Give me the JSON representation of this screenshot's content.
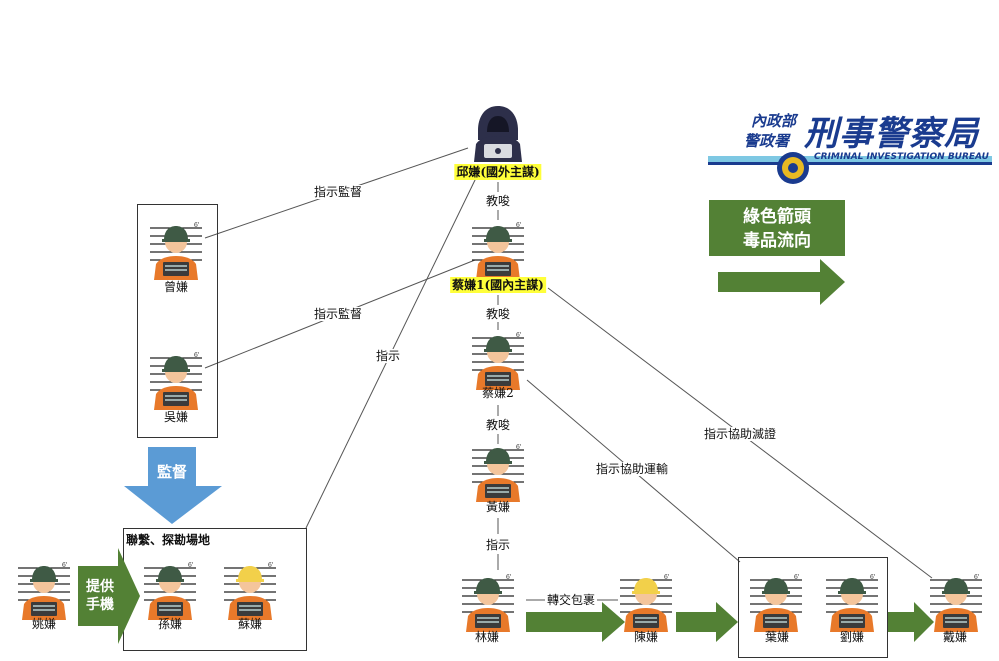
{
  "colors": {
    "accent_green": "#538135",
    "highlight_yellow": "#ffff3a",
    "arrow_blue": "#5b9bd5",
    "logo_blue": "#1a3b8f"
  },
  "logo": {
    "ministry_line1": "內政部",
    "ministry_line2": "警政署",
    "bureau_name": "刑事警察局",
    "bureau_english": "CRIMINAL INVESTIGATION BUREAU"
  },
  "legend": {
    "line1": "綠色箭頭",
    "line2": "毒品流向"
  },
  "people": {
    "qiu": "邱嫌(國外主謀)",
    "cai1": "蔡嫌1(國內主謀)",
    "cai2": "蔡嫌2",
    "huang": "黃嫌",
    "lin": "林嫌",
    "chen": "陳嫌",
    "ye": "葉嫌",
    "liu": "劉嫌",
    "dai": "戴嫌",
    "zeng": "曾嫌",
    "wu": "吳嫌",
    "yao": "姚嫌",
    "sun": "孫嫌",
    "su": "蘇嫌"
  },
  "edges": {
    "qiu_zeng": "指示監督",
    "cai1_wu": "指示監督",
    "qiu_contact": "指示",
    "qiu_cai1": "教唆",
    "cai1_cai2": "教唆",
    "cai2_huang": "教唆",
    "huang_lin": "指示",
    "cai2_ye": "指示協助運輸",
    "cai1_dai": "指示協助滅證",
    "lin_chen": "轉交包裹"
  },
  "groups": {
    "supervise": "監督",
    "contact_box": "聯繫、探勘場地",
    "provide_phone_1": "提供",
    "provide_phone_2": "手機"
  }
}
